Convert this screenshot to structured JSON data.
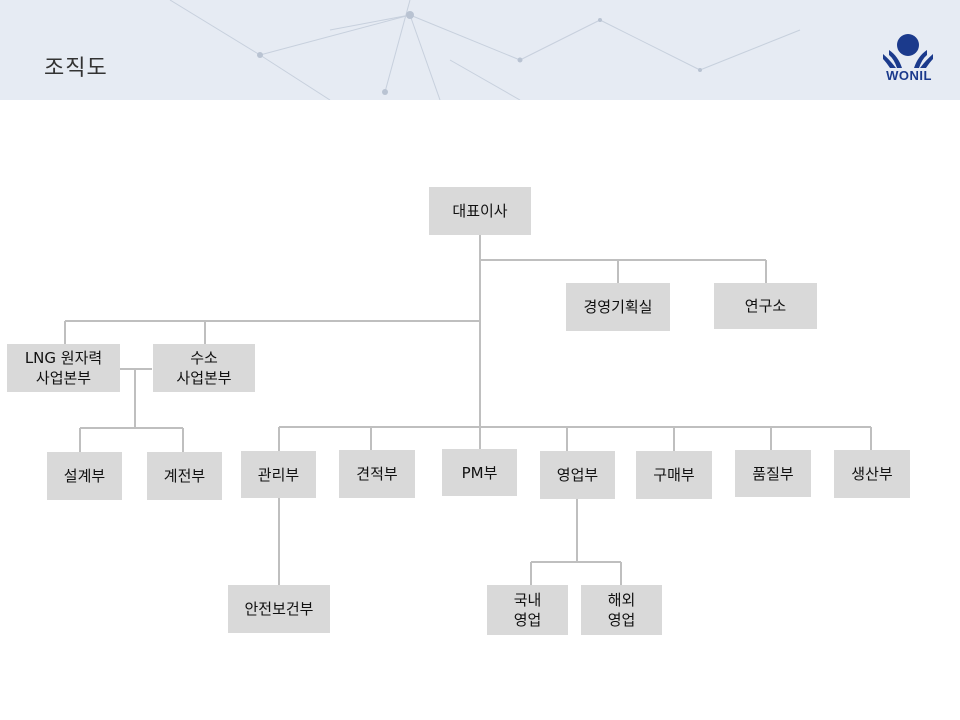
{
  "header": {
    "title": "조직도",
    "logo_text": "WONIL",
    "logo_color": "#1b3a8c"
  },
  "colors": {
    "box_fill": "#d9d9d9",
    "connector": "#bfbfbf",
    "header_bg": "#e6ebf3"
  },
  "org": {
    "ceo": "대표이사",
    "mgmt_planning": "경영기획실",
    "research": "연구소",
    "lng_division": "LNG 원자력\n사업본부",
    "hydrogen_division": "수소\n사업본부",
    "design": "설계부",
    "instrument": "계전부",
    "admin": "관리부",
    "estimation": "견적부",
    "pm": "PM부",
    "sales": "영업부",
    "purchasing": "구매부",
    "quality": "품질부",
    "production": "생산부",
    "safety": "안전보건부",
    "domestic_sales": "국내\n영업",
    "overseas_sales": "해외\n영업"
  }
}
